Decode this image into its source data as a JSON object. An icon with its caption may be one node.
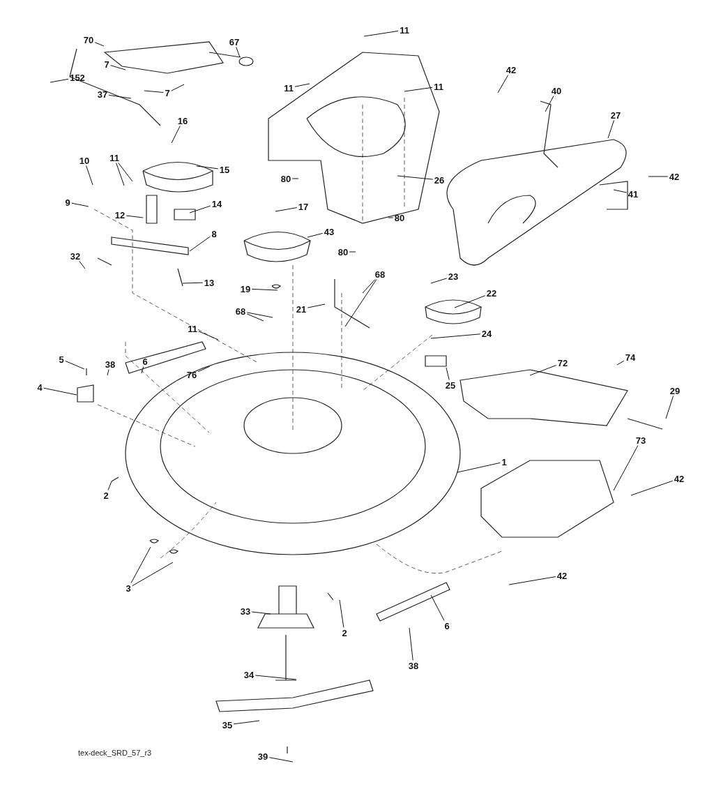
{
  "diagram": {
    "caption": "tex-deck_SRD_57_r3",
    "nodes": [
      {
        "text": [
          "70"
        ]
      },
      {
        "text": [
          "67"
        ]
      },
      {
        "text": [
          "11"
        ]
      },
      {
        "text": [
          "7"
        ]
      },
      {
        "text": [
          "152"
        ]
      },
      {
        "text": [
          "7"
        ]
      },
      {
        "text": [
          "37"
        ]
      },
      {
        "text": [
          "11"
        ]
      },
      {
        "text": [
          "11"
        ]
      },
      {
        "text": [
          "42"
        ]
      },
      {
        "text": [
          "40"
        ]
      },
      {
        "text": [
          "27"
        ]
      },
      {
        "text": [
          "16"
        ]
      },
      {
        "text": [
          "10"
        ]
      },
      {
        "text": [
          "11"
        ]
      },
      {
        "text": [
          "15"
        ]
      },
      {
        "text": [
          "26"
        ]
      },
      {
        "text": [
          "80"
        ]
      },
      {
        "text": [
          "80"
        ]
      },
      {
        "text": [
          "80"
        ]
      },
      {
        "text": [
          "42"
        ]
      },
      {
        "text": [
          "41"
        ]
      },
      {
        "text": [
          "9"
        ]
      },
      {
        "text": [
          "12"
        ]
      },
      {
        "text": [
          "14"
        ]
      },
      {
        "text": [
          "17"
        ]
      },
      {
        "text": [
          "8"
        ]
      },
      {
        "text": [
          "43"
        ]
      },
      {
        "text": [
          "32"
        ]
      },
      {
        "text": [
          "13"
        ]
      },
      {
        "text": [
          "19"
        ]
      },
      {
        "text": [
          "68"
        ]
      },
      {
        "text": [
          "23"
        ]
      },
      {
        "text": [
          "22"
        ]
      },
      {
        "text": [
          "21"
        ]
      },
      {
        "text": [
          "68"
        ]
      },
      {
        "text": [
          "24"
        ]
      },
      {
        "text": [
          "11"
        ]
      },
      {
        "text": [
          "25"
        ]
      },
      {
        "text": [
          "74"
        ]
      },
      {
        "text": [
          "38"
        ]
      },
      {
        "text": [
          "5"
        ]
      },
      {
        "text": [
          "6"
        ]
      },
      {
        "text": [
          "76"
        ]
      },
      {
        "text": [
          "72"
        ]
      },
      {
        "text": [
          "4"
        ]
      },
      {
        "text": [
          "29"
        ]
      },
      {
        "text": [
          "73"
        ]
      },
      {
        "text": [
          "1"
        ]
      },
      {
        "text": [
          "2"
        ]
      },
      {
        "text": [
          "42"
        ]
      },
      {
        "text": [
          "3"
        ]
      },
      {
        "text": [
          "42"
        ]
      },
      {
        "text": [
          "33"
        ]
      },
      {
        "text": [
          "2"
        ]
      },
      {
        "text": [
          "6"
        ]
      },
      {
        "text": [
          "38"
        ]
      },
      {
        "text": [
          "34"
        ]
      },
      {
        "text": [
          "35"
        ]
      },
      {
        "text": [
          "39"
        ]
      }
    ],
    "edges": [
      {
        "from": 0,
        "to": null,
        "arrow": "none"
      },
      {
        "from": 1,
        "to": null,
        "arrow": "none"
      },
      {
        "from": 2,
        "to": null,
        "arrow": "none"
      },
      {
        "from": 3,
        "to": null,
        "arrow": "none"
      },
      {
        "from": 4,
        "to": null,
        "arrow": "none"
      },
      {
        "from": 5,
        "to": null,
        "arrow": "none"
      },
      {
        "from": 5,
        "to": null,
        "arrow": "none"
      },
      {
        "from": 6,
        "to": null,
        "arrow": "none"
      },
      {
        "from": 7,
        "to": null,
        "arrow": "none"
      },
      {
        "from": 8,
        "to": null,
        "arrow": "none"
      },
      {
        "from": 9,
        "to": null,
        "arrow": "none"
      },
      {
        "from": 10,
        "to": null,
        "arrow": "none"
      },
      {
        "from": 11,
        "to": null,
        "arrow": "none"
      },
      {
        "from": 12,
        "to": null,
        "arrow": "none"
      },
      {
        "from": 13,
        "to": null,
        "arrow": "none"
      },
      {
        "from": 14,
        "to": null,
        "arrow": "none"
      },
      {
        "from": 14,
        "to": null,
        "arrow": "none"
      },
      {
        "from": 15,
        "to": null,
        "arrow": "none"
      },
      {
        "from": 16,
        "to": null,
        "arrow": "none"
      },
      {
        "from": 17,
        "to": null,
        "arrow": "none"
      },
      {
        "from": 18,
        "to": null,
        "arrow": "none"
      },
      {
        "from": 19,
        "to": null,
        "arrow": "none"
      },
      {
        "from": 20,
        "to": null,
        "arrow": "none"
      },
      {
        "from": 21,
        "to": null,
        "arrow": "none"
      },
      {
        "from": 22,
        "to": null,
        "arrow": "none"
      },
      {
        "from": 23,
        "to": null,
        "arrow": "none"
      },
      {
        "from": 24,
        "to": null,
        "arrow": "none"
      },
      {
        "from": 25,
        "to": null,
        "arrow": "none"
      },
      {
        "from": 26,
        "to": null,
        "arrow": "none"
      },
      {
        "from": 27,
        "to": null,
        "arrow": "none"
      },
      {
        "from": 28,
        "to": null,
        "arrow": "none"
      },
      {
        "from": 29,
        "to": null,
        "arrow": "none"
      },
      {
        "from": 30,
        "to": null,
        "arrow": "none"
      },
      {
        "from": 31,
        "to": null,
        "arrow": "none"
      },
      {
        "from": 31,
        "to": null,
        "arrow": "none"
      },
      {
        "from": 32,
        "to": null,
        "arrow": "none"
      },
      {
        "from": 33,
        "to": null,
        "arrow": "none"
      },
      {
        "from": 34,
        "to": null,
        "arrow": "none"
      },
      {
        "from": 35,
        "to": null,
        "arrow": "none"
      },
      {
        "from": 35,
        "to": null,
        "arrow": "none"
      },
      {
        "from": 36,
        "to": null,
        "arrow": "none"
      },
      {
        "from": 37,
        "to": null,
        "arrow": "none"
      },
      {
        "from": 38,
        "to": null,
        "arrow": "none"
      },
      {
        "from": 39,
        "to": null,
        "arrow": "none"
      },
      {
        "from": 40,
        "to": null,
        "arrow": "none"
      },
      {
        "from": 41,
        "to": null,
        "arrow": "none"
      },
      {
        "from": 42,
        "to": null,
        "arrow": "none"
      },
      {
        "from": 43,
        "to": null,
        "arrow": "none"
      },
      {
        "from": 44,
        "to": null,
        "arrow": "none"
      },
      {
        "from": 45,
        "to": null,
        "arrow": "none"
      },
      {
        "from": 46,
        "to": null,
        "arrow": "none"
      },
      {
        "from": 47,
        "to": null,
        "arrow": "none"
      },
      {
        "from": 48,
        "to": null,
        "arrow": "none"
      },
      {
        "from": 49,
        "to": null,
        "arrow": "none"
      },
      {
        "from": 50,
        "to": null,
        "arrow": "none"
      },
      {
        "from": 51,
        "to": null,
        "arrow": "none"
      },
      {
        "from": 51,
        "to": null,
        "arrow": "none"
      },
      {
        "from": 52,
        "to": null,
        "arrow": "none"
      },
      {
        "from": 53,
        "to": null,
        "arrow": "none"
      },
      {
        "from": 54,
        "to": null,
        "arrow": "none"
      },
      {
        "from": 55,
        "to": null,
        "arrow": "none"
      },
      {
        "from": 56,
        "to": null,
        "arrow": "none"
      },
      {
        "from": 57,
        "to": null,
        "arrow": "none"
      },
      {
        "from": 58,
        "to": null,
        "arrow": "none"
      },
      {
        "from": 59,
        "to": null,
        "arrow": "none"
      }
    ]
  }
}
